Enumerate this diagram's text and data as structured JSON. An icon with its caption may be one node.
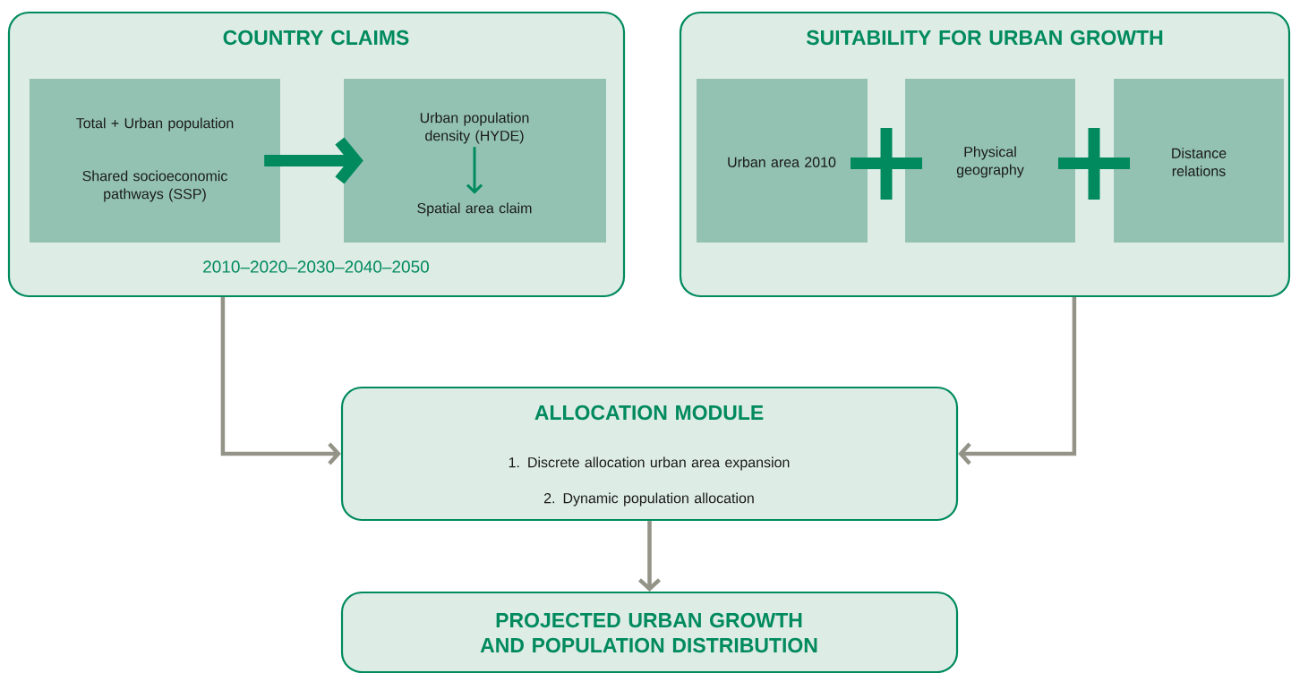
{
  "diagram": {
    "nodes": [
      {
        "text": [
          "COUNTRY CLAIMS",
          "2010–2020–2030–2040–2050"
        ]
      },
      {
        "text": [
          "Total + Urban population",
          "Shared socioeconomic pathways (SSP)"
        ],
        "in": 0
      },
      {
        "text": [],
        "shape": "box",
        "in": 0
      },
      {
        "text": [
          "Urban population density (HYDE)"
        ],
        "in": 2
      },
      {
        "text": [
          "Spatial area claim"
        ],
        "in": 2
      },
      {
        "text": [
          "SUITABILITY FOR URBAN GROWTH"
        ]
      },
      {
        "text": [
          "Urban area 2010"
        ],
        "in": 5
      },
      {
        "text": [
          "Physical geography"
        ],
        "in": 5
      },
      {
        "text": [
          "Distance relations"
        ],
        "in": 5
      },
      {
        "text": [
          "ALLOCATION MODULE",
          "1. Discrete allocation urban area expansion",
          "2. Dynamic population allocation"
        ]
      },
      {
        "text": [
          "PROJECTED URBAN GROWTH AND POPULATION DISTRIBUTION"
        ]
      }
    ],
    "edges": [
      {
        "from": 1,
        "to": 2,
        "arrow": "to",
        "style": "thick",
        "color": "#008a5e"
      },
      {
        "from": 3,
        "to": 4,
        "arrow": "to",
        "color": "#008a5e"
      },
      {
        "from": 0,
        "to": 9,
        "arrow": "to"
      },
      {
        "from": 5,
        "to": 9,
        "arrow": "to"
      },
      {
        "from": 9,
        "to": 10,
        "arrow": "to"
      }
    ]
  }
}
